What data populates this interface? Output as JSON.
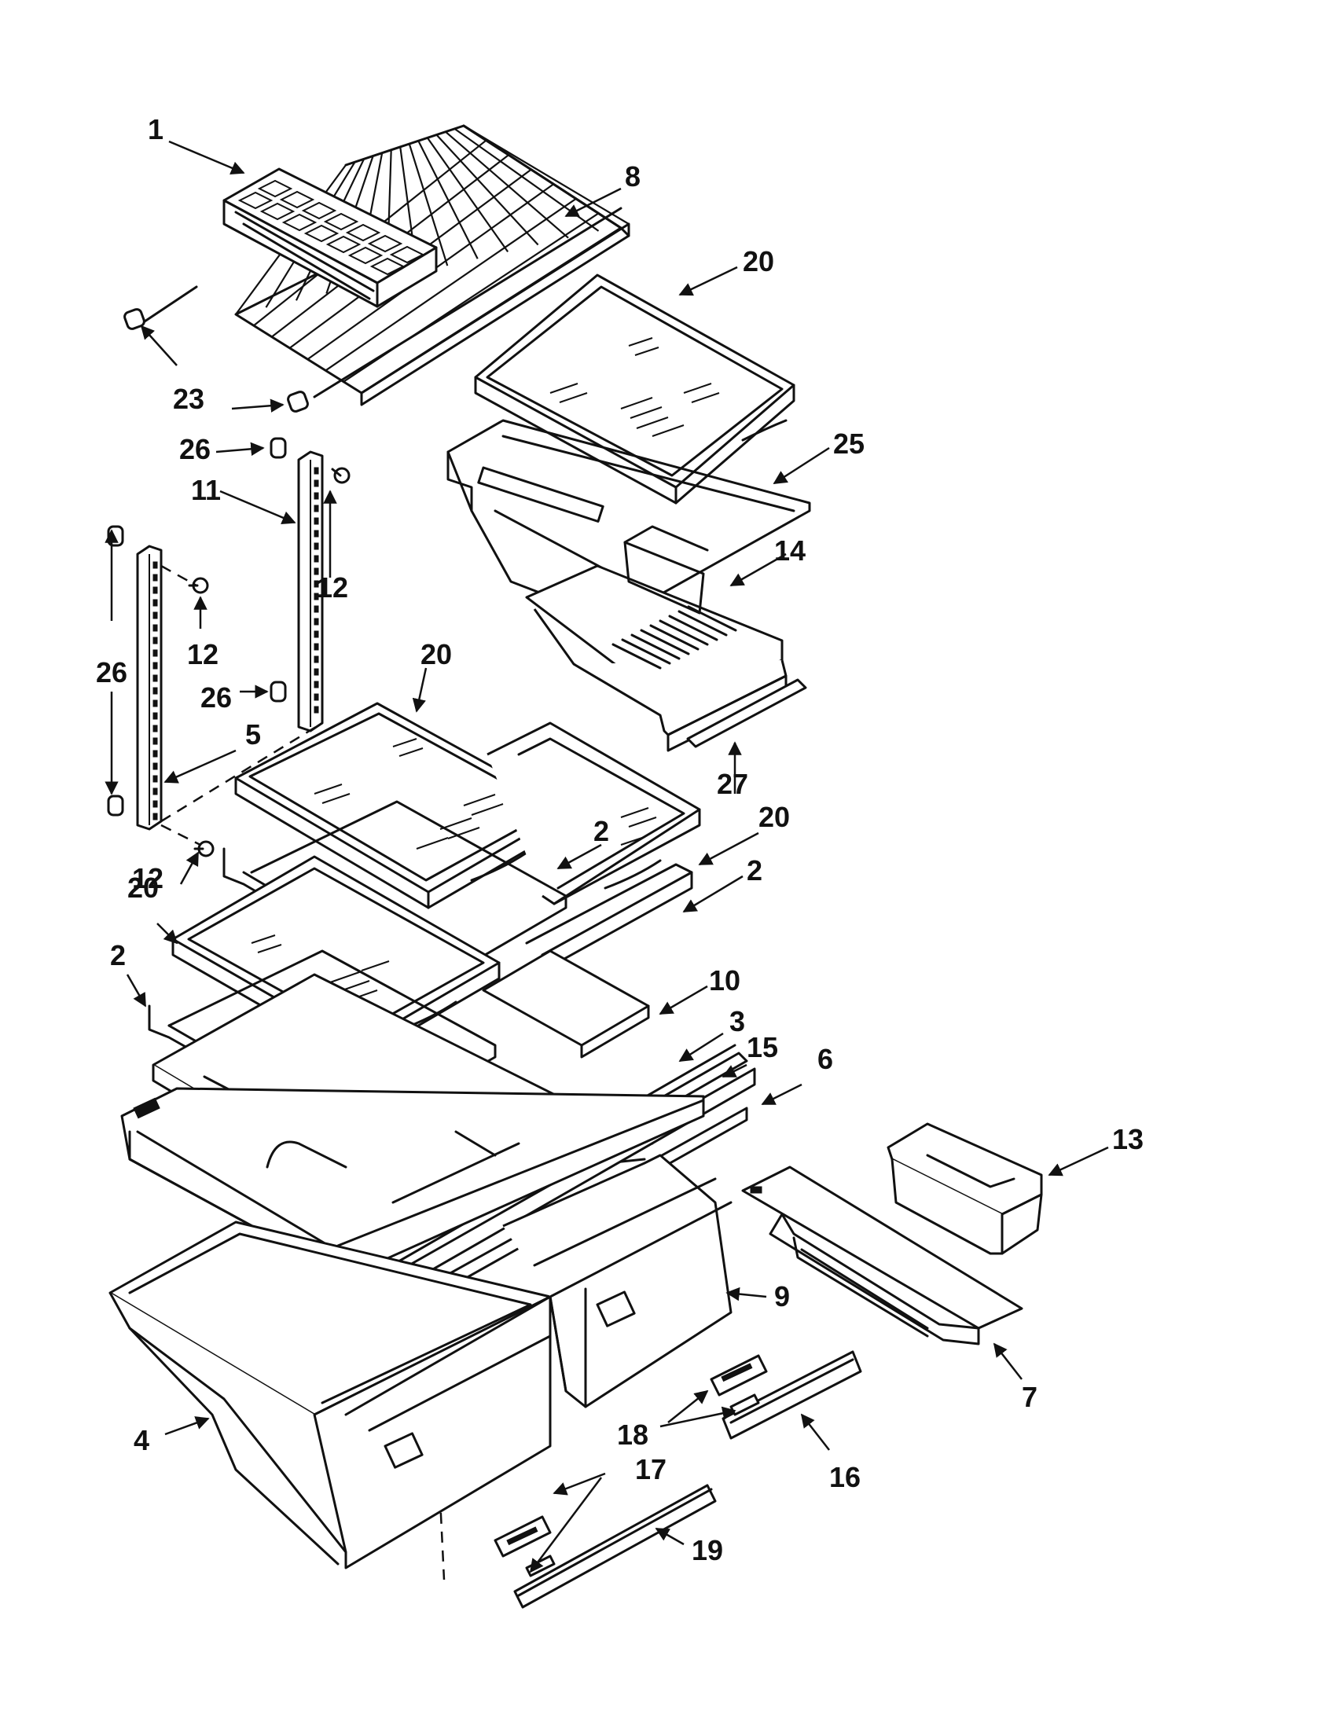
{
  "callouts": [
    {
      "id": "c1",
      "label": "1"
    },
    {
      "id": "c8",
      "label": "8"
    },
    {
      "id": "c20a",
      "label": "20"
    },
    {
      "id": "c23a",
      "label": "23"
    },
    {
      "id": "c26a",
      "label": "26"
    },
    {
      "id": "c25",
      "label": "25"
    },
    {
      "id": "c11",
      "label": "11"
    },
    {
      "id": "c12a",
      "label": "12"
    },
    {
      "id": "c14",
      "label": "14"
    },
    {
      "id": "c26b",
      "label": "26"
    },
    {
      "id": "c12b",
      "label": "12"
    },
    {
      "id": "c20b",
      "label": "20"
    },
    {
      "id": "c26c",
      "label": "26"
    },
    {
      "id": "c5",
      "label": "5"
    },
    {
      "id": "c27",
      "label": "27"
    },
    {
      "id": "c12c",
      "label": "12"
    },
    {
      "id": "c20c",
      "label": "20"
    },
    {
      "id": "c2a",
      "label": "2"
    },
    {
      "id": "c20d",
      "label": "20"
    },
    {
      "id": "c2b",
      "label": "2"
    },
    {
      "id": "c2c",
      "label": "2"
    },
    {
      "id": "c10",
      "label": "10"
    },
    {
      "id": "c3",
      "label": "3"
    },
    {
      "id": "c15",
      "label": "15"
    },
    {
      "id": "c6",
      "label": "6"
    },
    {
      "id": "c13",
      "label": "13"
    },
    {
      "id": "c9",
      "label": "9"
    },
    {
      "id": "c7",
      "label": "7"
    },
    {
      "id": "c4",
      "label": "4"
    },
    {
      "id": "c18",
      "label": "18"
    },
    {
      "id": "c17",
      "label": "17"
    },
    {
      "id": "c16",
      "label": "16"
    },
    {
      "id": "c19",
      "label": "19"
    }
  ]
}
